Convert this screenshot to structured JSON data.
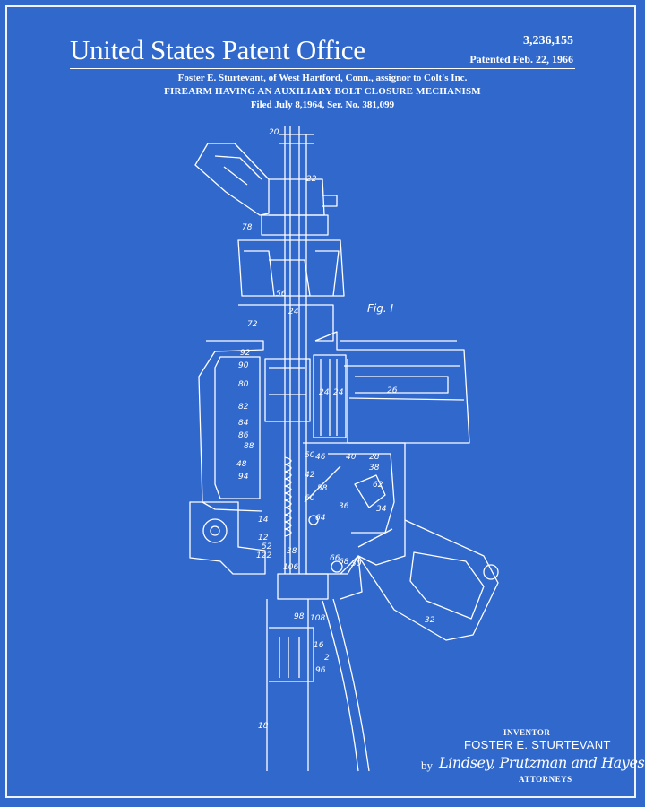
{
  "header": {
    "office": "United States Patent Office",
    "patent_number": "3,236,155",
    "patented": "Patented Feb. 22, 1966",
    "inventor_line": "Foster E. Sturtevant, of West Hartford, Conn., assignor to Colt's Inc.",
    "title": "FIREARM HAVING AN AUXILIARY BOLT CLOSURE MECHANISM",
    "filed": "Filed July 8,1964, Ser. No. 381,099"
  },
  "drawing": {
    "figure_label": "Fig. I",
    "reference_numerals": [
      "20",
      "22",
      "78",
      "56",
      "24",
      "72",
      "92",
      "90",
      "80",
      "82",
      "84",
      "86",
      "88",
      "24",
      "24",
      "26",
      "28",
      "38",
      "40",
      "46",
      "50",
      "42",
      "62",
      "48",
      "94",
      "58",
      "60",
      "64",
      "36",
      "34",
      "14",
      "52",
      "12",
      "122",
      "38",
      "66",
      "68",
      "30",
      "106",
      "98",
      "108",
      "32",
      "16",
      "2",
      "96",
      "18"
    ]
  },
  "footer": {
    "inventor_label": "INVENTOR",
    "inventor_name": "FOSTER E. STURTEVANT",
    "by": "by",
    "signature": "Lindsey, Prutzman and Hayes",
    "attorneys_label": "ATTORNEYS"
  },
  "colors": {
    "background": "#3168cc",
    "ink": "#ffffff"
  }
}
